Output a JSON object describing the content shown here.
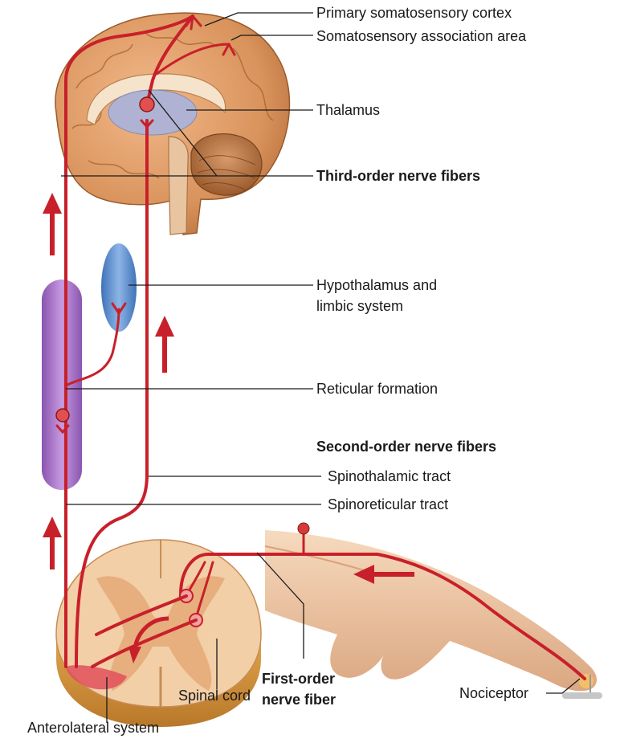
{
  "labels": {
    "primary_somatosensory_cortex": "Primary somatosensory cortex",
    "somatosensory_association_area": "Somatosensory association area",
    "thalamus": "Thalamus",
    "third_order_nerve_fibers": "Third-order nerve fibers",
    "hypothalamus_line1": "Hypothalamus and",
    "hypothalamus_line2": "limbic system",
    "reticular_formation": "Reticular formation",
    "second_order_nerve_fibers": "Second-order nerve fibers",
    "spinothalamic_tract": "Spinothalamic tract",
    "spinoreticular_tract": "Spinoreticular tract",
    "first_order_line1": "First-order",
    "first_order_line2": "nerve fiber",
    "nociceptor": "Nociceptor",
    "spinal_cord": "Spinal cord",
    "anterolateral_system": "Anterolateral system"
  },
  "colors": {
    "nerve": "#c8202a",
    "brain": "#d9935c",
    "thalamus": "#a9b3dc",
    "hypothalamus": "#5b8fd0",
    "reticular": "#a26cc6",
    "spinal_cord": "#f2cfa6",
    "skin": "#f0c9a6"
  }
}
